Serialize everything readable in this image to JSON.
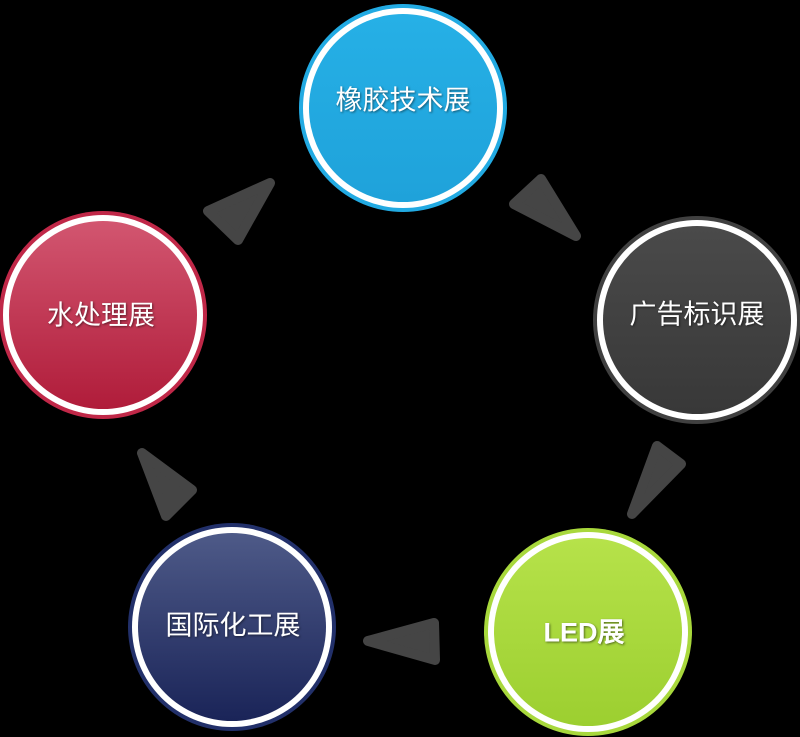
{
  "nodes": [
    {
      "label": "橡胶技术展",
      "color": "#22aae2"
    },
    {
      "label": "广告标识展",
      "color": "#404040"
    },
    {
      "label": "LED展",
      "color": "#a8d83c"
    },
    {
      "label": "国际化工展",
      "color": "#22306a"
    },
    {
      "label": "水处理展",
      "color": "#c02848"
    }
  ],
  "arrow_color": "#454545"
}
